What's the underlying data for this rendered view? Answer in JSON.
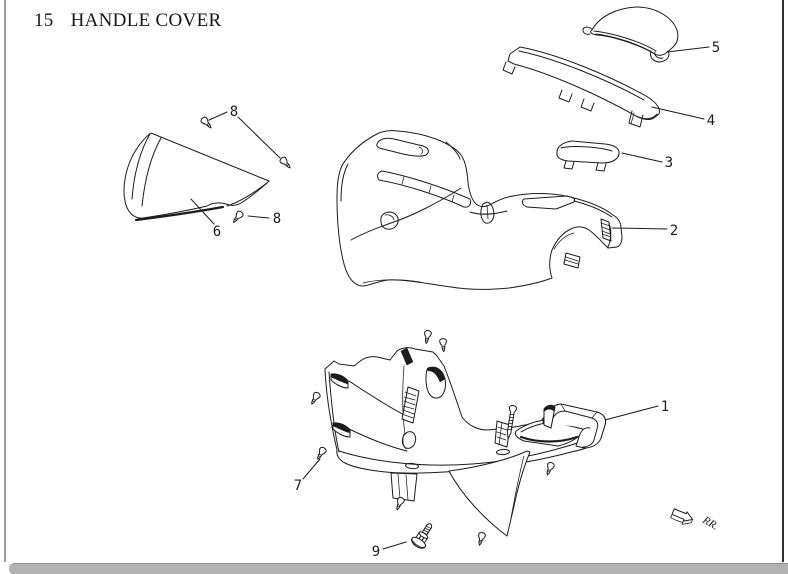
{
  "page": {
    "section_number": "15",
    "section_title": "HANDLE COVER",
    "rear_direction_label": "RR."
  },
  "diagram": {
    "type": "exploded-parts-line-drawing",
    "callouts": [
      {
        "number": "1"
      },
      {
        "number": "2"
      },
      {
        "number": "3"
      },
      {
        "number": "4"
      },
      {
        "number": "5"
      },
      {
        "number": "6"
      },
      {
        "number": "7"
      },
      {
        "number": "8"
      },
      {
        "number": "8"
      },
      {
        "number": "9"
      }
    ]
  },
  "colors": {
    "background": "#ffffff",
    "line_art": "#1c1c1c",
    "page_edge_left": "#9a9a9a",
    "page_edge_right": "#2e2e2e",
    "page_bottom_strip": "#b2b2b2"
  }
}
